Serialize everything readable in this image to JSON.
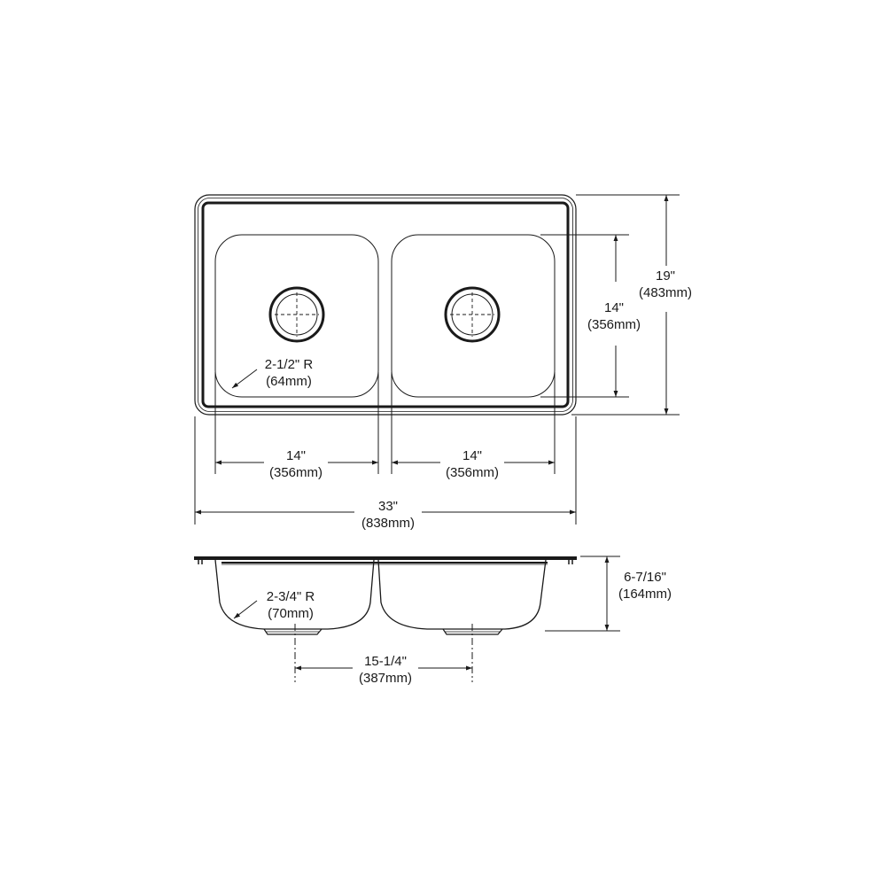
{
  "drawing": {
    "title": "Double bowl top-mount sink dimension drawing",
    "stroke_color": "#1a1a1a",
    "background_color": "#ffffff"
  },
  "plan_view": {
    "overall_width": {
      "imperial": "33\"",
      "metric": "(838mm)"
    },
    "overall_depth": {
      "imperial": "19\"",
      "metric": "(483mm)"
    },
    "left_bowl_width": {
      "imperial": "14\"",
      "metric": "(356mm)"
    },
    "right_bowl_width": {
      "imperial": "14\"",
      "metric": "(356mm)"
    },
    "bowl_length": {
      "imperial": "14\"",
      "metric": "(356mm)"
    },
    "corner_radius": {
      "imperial": "2-1/2\" R",
      "metric": "(64mm)"
    },
    "drains": [
      "left-drain",
      "right-drain"
    ]
  },
  "section_view": {
    "bowl_depth": {
      "imperial": "6-7/16\"",
      "metric": "(164mm)"
    },
    "drain_spacing": {
      "imperial": "15-1/4\"",
      "metric": "(387mm)"
    },
    "bottom_radius": {
      "imperial": "2-3/4\" R",
      "metric": "(70mm)"
    }
  }
}
